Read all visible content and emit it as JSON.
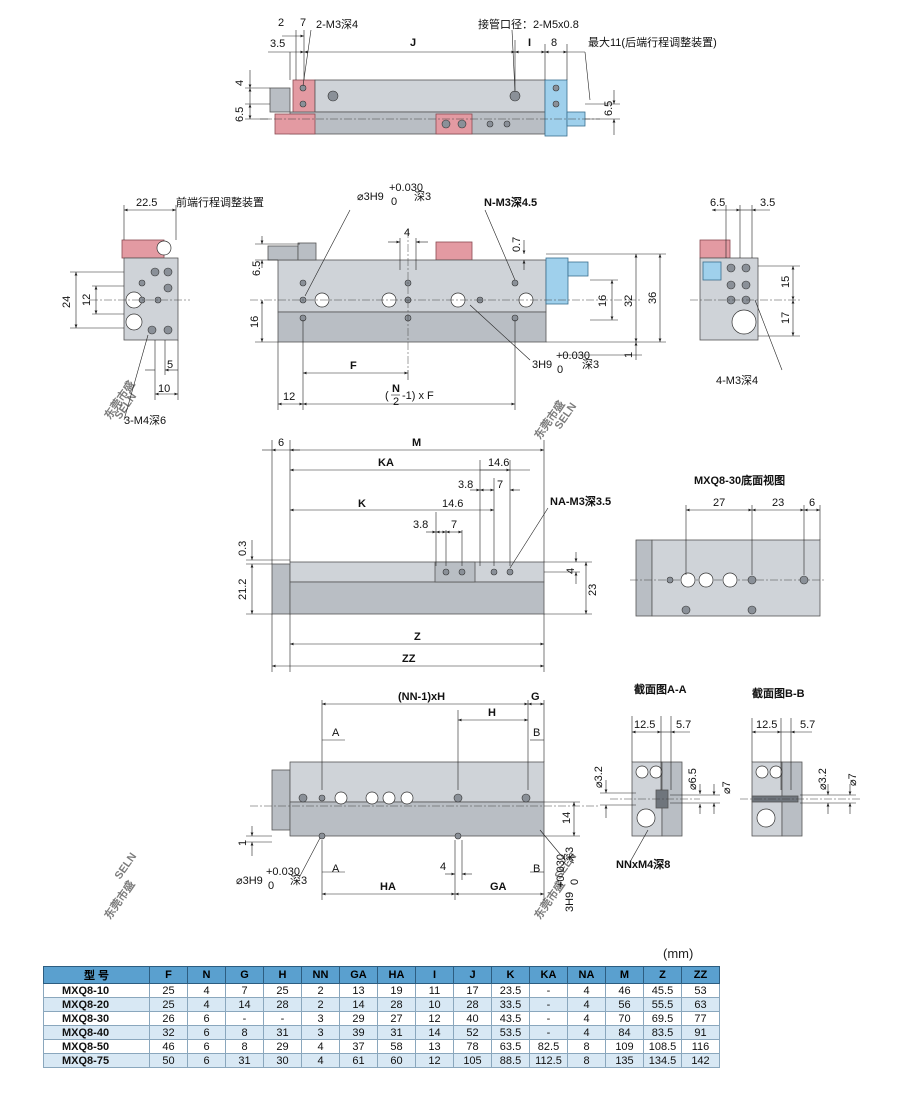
{
  "labels": {
    "top_2": "2",
    "top_7": "7",
    "top_3_5": "3.5",
    "top_m3_4": "2-M3深4",
    "top_j": "J",
    "top_pipe": "接管口径：2-M5x0.8",
    "top_i": "I",
    "top_8": "8",
    "top_max11": "最大11(后端行程调整装置)",
    "top_4": "4",
    "top_6_5a": "6.5",
    "top_6_5b": "6.5",
    "mid_22_5": "22.5",
    "mid_front_adjust": "前端行程调整装置",
    "mid_6_5": "6.5",
    "mid_24": "24",
    "mid_12": "12",
    "mid_5": "5",
    "mid_10": "10",
    "mid_m4_6": "3-M4深6",
    "mid_pin_a": "⌀3H9",
    "mid_tol_a_up": "+0.030",
    "mid_tol_a_dn": "0",
    "mid_depth3_a": "深3",
    "mid_4": "4",
    "mid_n_m3": "N-M3深4.5",
    "mid_0_7": "0.7",
    "mid_16a": "16",
    "mid_32": "32",
    "mid_36": "36",
    "mid_1": "1",
    "mid_16b": "16",
    "mid_f": "F",
    "mid_pin_b": "3H9",
    "mid_tol_b_up": "+0.030",
    "mid_tol_b_dn": "0",
    "mid_depth3_b": "深3",
    "mid_12b": "12",
    "mid_formula_n": "N",
    "mid_formula_2": "2",
    "mid_formula_rest": "-1) x F",
    "rs_6_5": "6.5",
    "rs_3_5": "3.5",
    "rs_15": "15",
    "rs_17": "17",
    "rs_m3_4": "4-M3深4",
    "s3_6": "6",
    "s3_m": "M",
    "s3_ka": "KA",
    "s3_14_6a": "14.6",
    "s3_3_8a": "3.8",
    "s3_7a": "7",
    "s3_k": "K",
    "s3_14_6b": "14.6",
    "s3_3_8b": "3.8",
    "s3_7b": "7",
    "s3_na": "NA-M3深3.5",
    "s3_0_3": "0.3",
    "s3_21_2": "21.2",
    "s3_4": "4",
    "s3_23": "23",
    "s3_z": "Z",
    "s3_zz": "ZZ",
    "bv_title": "MXQ8-30底面视图",
    "bv_27": "27",
    "bv_23": "23",
    "bv_6": "6",
    "s4_nnh": "(NN-1)xH",
    "s4_g": "G",
    "s4_a1": "A",
    "s4_h": "H",
    "s4_b1": "B",
    "s4_14": "14",
    "s4_1": "1",
    "s4_pin_a": "⌀3H9",
    "s4_tol_a_up": "+0.030",
    "s4_tol_a_dn": "0",
    "s4_depth3": "深3",
    "s4_a2": "A",
    "s4_ha": "HA",
    "s4_4": "4",
    "s4_ga": "GA",
    "s4_b2": "B",
    "s4_pin_b": "3H9",
    "s4_tol_b_up": "+0.030",
    "s4_tol_b_dn": "0",
    "s4_depth3b": "深3",
    "sa_title": "截面图A-A",
    "sa_12_5": "12.5",
    "sa_5_7": "5.7",
    "sa_3_2": "⌀3.2",
    "sa_6_5": "⌀6.5",
    "sa_7": "⌀7",
    "sa_nn": "NNxM4深8",
    "sb_title": "截面图B-B",
    "sb_12_5": "12.5",
    "sb_5_7": "5.7",
    "sb_3_2": "⌀3.2",
    "sb_7": "⌀7",
    "wm_1": "SELN",
    "wm_2": "东莞市盛",
    "unit": "(mm)"
  },
  "table": {
    "headers": [
      "型 号",
      "F",
      "N",
      "G",
      "H",
      "NN",
      "GA",
      "HA",
      "I",
      "J",
      "K",
      "KA",
      "NA",
      "M",
      "Z",
      "ZZ"
    ],
    "rows": [
      [
        "MXQ8-10",
        "25",
        "4",
        "7",
        "25",
        "2",
        "13",
        "19",
        "11",
        "17",
        "23.5",
        "-",
        "4",
        "46",
        "45.5",
        "53"
      ],
      [
        "MXQ8-20",
        "25",
        "4",
        "14",
        "28",
        "2",
        "14",
        "28",
        "10",
        "28",
        "33.5",
        "-",
        "4",
        "56",
        "55.5",
        "63"
      ],
      [
        "MXQ8-30",
        "26",
        "6",
        "-",
        "-",
        "3",
        "29",
        "27",
        "12",
        "40",
        "43.5",
        "-",
        "4",
        "70",
        "69.5",
        "77"
      ],
      [
        "MXQ8-40",
        "32",
        "6",
        "8",
        "31",
        "3",
        "39",
        "31",
        "14",
        "52",
        "53.5",
        "-",
        "4",
        "84",
        "83.5",
        "91"
      ],
      [
        "MXQ8-50",
        "46",
        "6",
        "8",
        "29",
        "4",
        "37",
        "58",
        "13",
        "78",
        "63.5",
        "82.5",
        "8",
        "109",
        "108.5",
        "116"
      ],
      [
        "MXQ8-75",
        "50",
        "6",
        "31",
        "30",
        "4",
        "61",
        "60",
        "12",
        "105",
        "88.5",
        "112.5",
        "8",
        "135",
        "134.5",
        "142"
      ]
    ]
  },
  "colors": {
    "table_header": "#5aa0cf",
    "table_stripe": "#d8e8f4",
    "pink_part": "#e39aa2",
    "blue_part": "#9fd0ec",
    "body": "#cfd3d8"
  }
}
